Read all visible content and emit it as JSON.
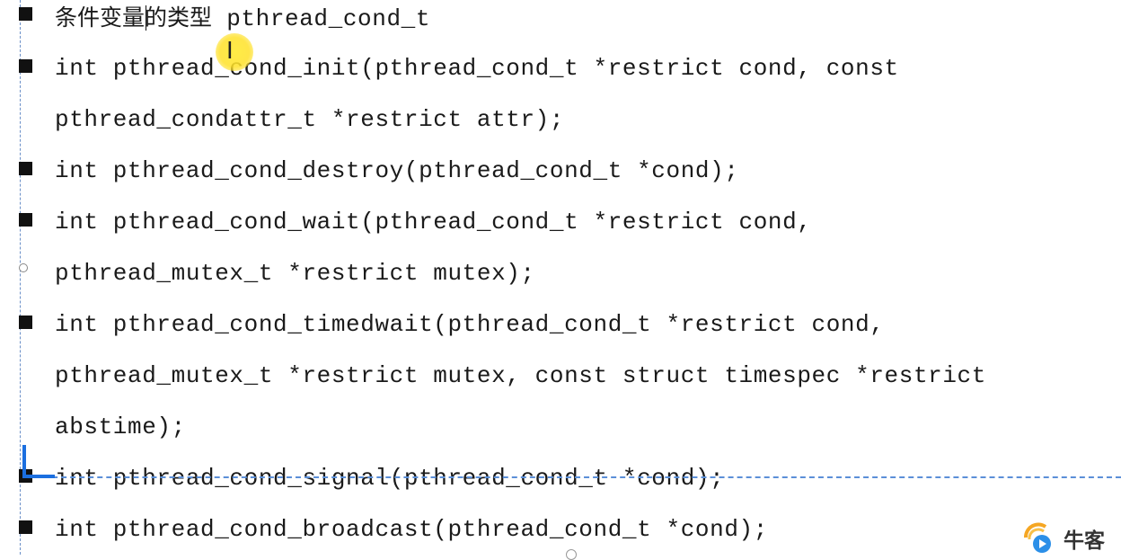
{
  "slide": {
    "lines": [
      {
        "text_cjk": "条件变量的类型",
        "text_mono": " pthread_cond_t",
        "bullet": true
      },
      {
        "text": "int pthread_cond_init(pthread_cond_t *restrict cond, const",
        "bullet": true
      },
      {
        "text": "pthread_condattr_t *restrict attr);",
        "bullet": false
      },
      {
        "text": "int pthread_cond_destroy(pthread_cond_t *cond);",
        "bullet": true
      },
      {
        "text": "int pthread_cond_wait(pthread_cond_t *restrict cond,",
        "bullet": true
      },
      {
        "text": "pthread_mutex_t *restrict mutex);",
        "bullet": false
      },
      {
        "text": "int pthread_cond_timedwait(pthread_cond_t *restrict cond,",
        "bullet": true
      },
      {
        "text": "pthread_mutex_t *restrict mutex, const struct timespec *restrict",
        "bullet": false
      },
      {
        "text": "abstime);",
        "bullet": false
      },
      {
        "text": "int pthread_cond_signal(pthread_cond_t *cond);",
        "bullet": true
      },
      {
        "text": "int pthread_cond_broadcast(pthread_cond_t *cond);",
        "bullet": true
      }
    ]
  },
  "logo": {
    "text": "牛客"
  },
  "icons": {
    "cursor": "i-beam-cursor-icon",
    "logo": "nowcoder-logo-icon"
  },
  "colors": {
    "selection_guide": "#5b8fd8",
    "cursor_highlight": "#ffe63c",
    "text": "#1a1a1a"
  }
}
